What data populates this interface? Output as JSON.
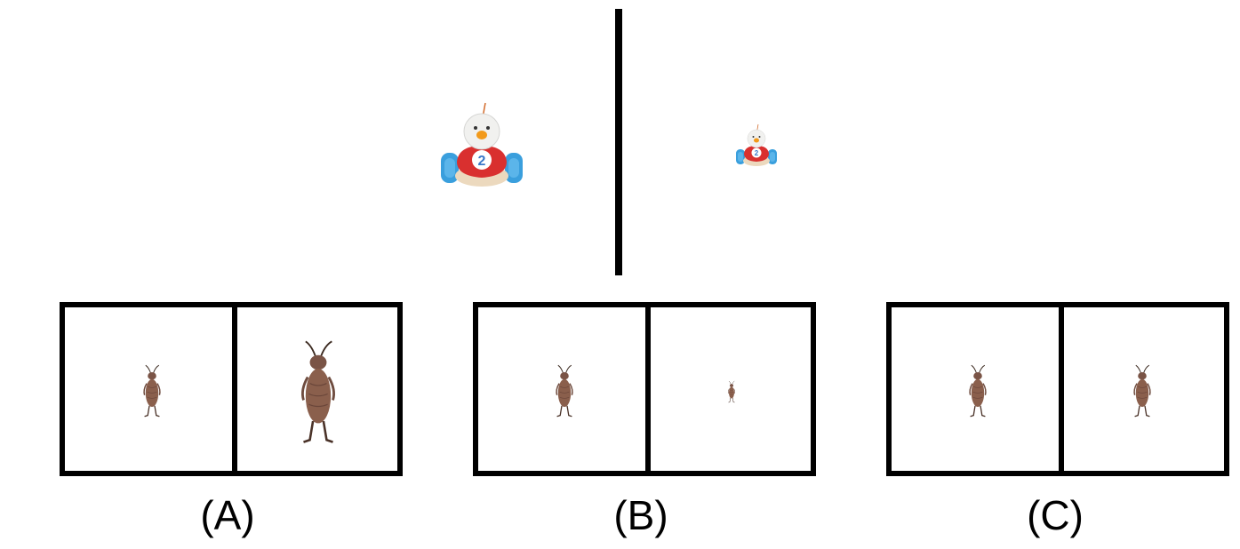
{
  "reference": {
    "left_image": "toy-car-chick",
    "right_image": "toy-car-chick",
    "badge_number": "2"
  },
  "options": [
    {
      "label": "(A)",
      "left_image": "cockroach-figure",
      "right_image": "cockroach-figure"
    },
    {
      "label": "(B)",
      "left_image": "cockroach-figure",
      "right_image": "cockroach-figure"
    },
    {
      "label": "(C)",
      "left_image": "cockroach-figure",
      "right_image": "cockroach-figure"
    }
  ]
}
